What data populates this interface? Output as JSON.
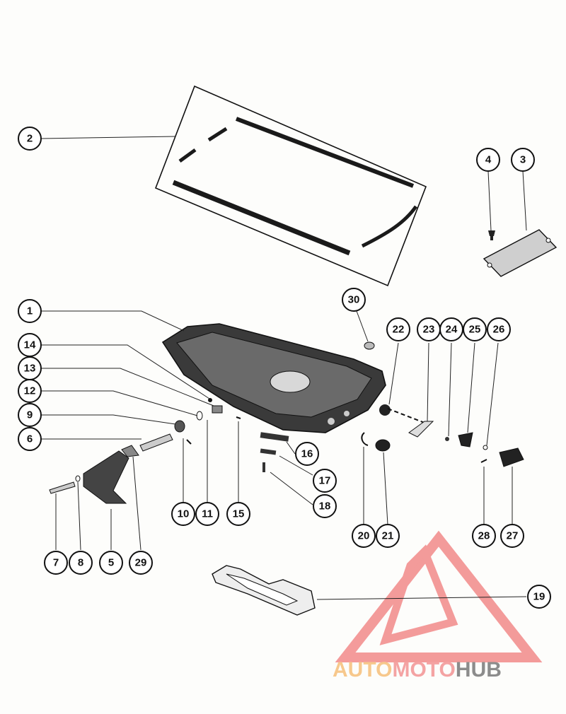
{
  "callouts": {
    "c1": "1",
    "c2": "2",
    "c3": "3",
    "c4": "4",
    "c5": "5",
    "c6": "6",
    "c7": "7",
    "c8": "8",
    "c9": "9",
    "c10": "10",
    "c11": "11",
    "c12": "12",
    "c13": "13",
    "c14": "14",
    "c15": "15",
    "c16": "16",
    "c17": "17",
    "c18": "18",
    "c19": "19",
    "c20": "20",
    "c21": "21",
    "c22": "22",
    "c23": "23",
    "c24": "24",
    "c25": "25",
    "c26": "26",
    "c27": "27",
    "c28": "28",
    "c29": "29",
    "c30": "30"
  },
  "watermark": {
    "part1": "AUTO",
    "part2": "MOTO",
    "part3": "HUB",
    "colors": {
      "auto": "#f7c88c",
      "moto": "#f4a3a3",
      "hub": "#8c8c8c",
      "triangle": "#f28a8a"
    }
  },
  "colors": {
    "ink": "#111111",
    "paper": "#fdfdfb",
    "part_fill": "#2b2b2b"
  }
}
